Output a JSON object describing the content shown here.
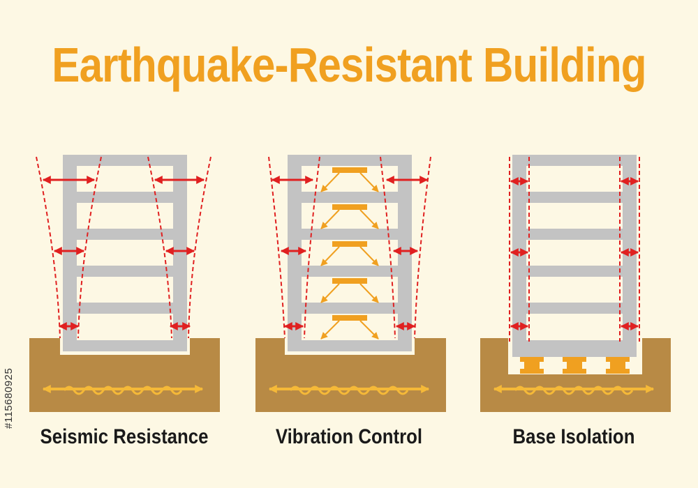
{
  "title": "Earthquake-Resistant Building",
  "panels": [
    {
      "id": "seismic",
      "caption": "Seismic Resistance"
    },
    {
      "id": "vibration",
      "caption": "Vibration Control"
    },
    {
      "id": "isolation",
      "caption": "Base Isolation"
    }
  ],
  "watermark": "#115680925",
  "colors": {
    "background": "#fdf8e4",
    "title": "#f0a020",
    "frame": "#c3c3c3",
    "ground": "#b88a45",
    "arrow_red": "#e02020",
    "damper_orange": "#f0a020",
    "wave": "#f5b938"
  }
}
